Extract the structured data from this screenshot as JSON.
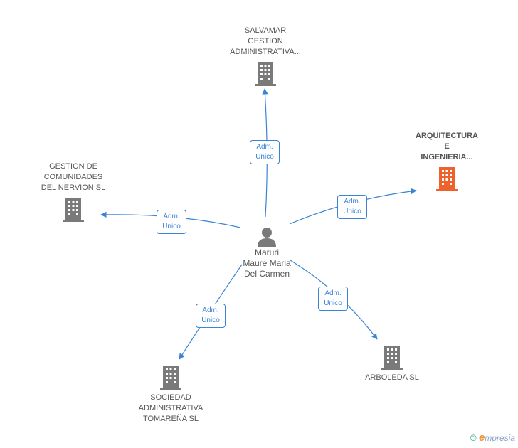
{
  "center": {
    "lines": [
      "Maruri",
      "Maure Maria",
      "Del Carmen"
    ]
  },
  "companies": [
    {
      "id": "salvamar",
      "lines": [
        "SALVAMAR",
        "GESTION",
        "ADMINISTRATIVA..."
      ],
      "active": false
    },
    {
      "id": "arquitectura",
      "lines": [
        "ARQUITECTURA",
        "E",
        "INGENIERIA..."
      ],
      "active": true
    },
    {
      "id": "gestion",
      "lines": [
        "GESTION DE",
        "COMUNIDADES",
        "DEL NERVION SL"
      ],
      "active": false
    },
    {
      "id": "arboleda",
      "lines": [
        "ARBOLEDA SL"
      ],
      "active": false
    },
    {
      "id": "sociedad",
      "lines": [
        "SOCIEDAD",
        "ADMINISTRATIVA",
        "TOMAREÑA SL"
      ],
      "active": false
    }
  ],
  "relation": {
    "line1": "Adm.",
    "line2": "Unico"
  },
  "footer": {
    "copyright": "©",
    "brand_e": "e",
    "brand_rest": "mpresia"
  },
  "colors": {
    "edge": "#3b84d4",
    "building": "#7a7a7a",
    "building_active": "#f0622d",
    "person": "#7a7a7a"
  }
}
